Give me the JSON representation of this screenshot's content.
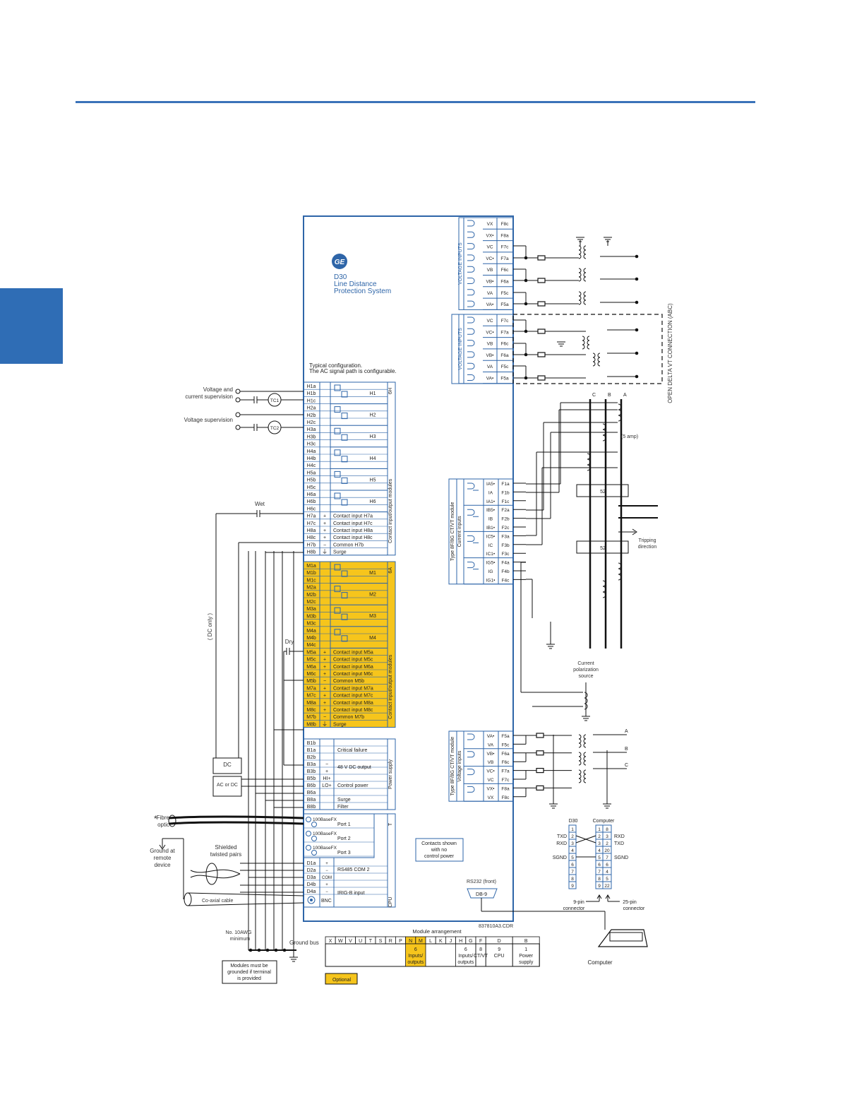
{
  "brand": {
    "model": "D30",
    "name_line1": "Line Distance",
    "name_line2": "Protection System",
    "config_line1": "Typical configuration.",
    "config_line2": "The AC signal path is configurable."
  },
  "voltage_inputs": {
    "label": "VOLTAGE INPUTS",
    "rows": [
      {
        "sig": "VX",
        "term": "F8c"
      },
      {
        "sig": "VX•",
        "term": "F8a"
      },
      {
        "sig": "VC",
        "term": "F7c"
      },
      {
        "sig": "VC•",
        "term": "F7a"
      },
      {
        "sig": "VB",
        "term": "F6c"
      },
      {
        "sig": "VB•",
        "term": "F6a"
      },
      {
        "sig": "VA",
        "term": "F5c"
      },
      {
        "sig": "VA•",
        "term": "F5a"
      }
    ]
  },
  "voltage_inputs_delta": {
    "label": "VOLTAGE INPUTS",
    "note": "OPEN DELTA VT CONNECTION (ABC)",
    "rows": [
      {
        "sig": "VC",
        "term": "F7c"
      },
      {
        "sig": "VC•",
        "term": "F7a"
      },
      {
        "sig": "VB",
        "term": "F6c"
      },
      {
        "sig": "VB•",
        "term": "F6a"
      },
      {
        "sig": "VA",
        "term": "F5c"
      },
      {
        "sig": "VA•",
        "term": "F5a"
      }
    ]
  },
  "module_6h": {
    "slot": "6H",
    "side_label": "Contact input/output modules",
    "terminals": [
      "H1a",
      "H1b",
      "H1c",
      "H2a",
      "H2b",
      "H2c",
      "H3a",
      "H3b",
      "H3c",
      "H4a",
      "H4b",
      "H4c",
      "H5a",
      "H5b",
      "H5c",
      "H6a",
      "H6b",
      "H6c",
      "H7a",
      "H7c",
      "H8a",
      "H8c",
      "H7b",
      "H8b"
    ],
    "outputs": [
      "H1",
      "H2",
      "H3",
      "H4",
      "H5",
      "H6"
    ],
    "inputs": [
      {
        "sign": "+",
        "label": "Contact input H7a"
      },
      {
        "sign": "+",
        "label": "Contact input H7c"
      },
      {
        "sign": "+",
        "label": "Contact input H8a"
      },
      {
        "sign": "+",
        "label": "Contact input H8c"
      },
      {
        "sign": "−",
        "label": "Common H7b"
      }
    ],
    "surge": "Surge"
  },
  "module_6a": {
    "slot": "6A",
    "side_label": "Contact input/output modules",
    "terminals": [
      "M1a",
      "M1b",
      "M1c",
      "M2a",
      "M2b",
      "M2c",
      "M3a",
      "M3b",
      "M3c",
      "M4a",
      "M4b",
      "M4c",
      "M5a",
      "M5c",
      "M6a",
      "M6c",
      "M5b",
      "M7a",
      "M7c",
      "M8a",
      "M8c",
      "M7b",
      "M8b"
    ],
    "outputs": [
      "M1",
      "M2",
      "M3",
      "M4"
    ],
    "inputs": [
      {
        "sign": "+",
        "label": "Contact input M5a"
      },
      {
        "sign": "+",
        "label": "Contact input M5c"
      },
      {
        "sign": "+",
        "label": "Contact input M6a"
      },
      {
        "sign": "+",
        "label": "Contact input M6c"
      },
      {
        "sign": "−",
        "label": "Common M5b"
      },
      {
        "sign": "+",
        "label": "Contact input M7a"
      },
      {
        "sign": "+",
        "label": "Contact input M7c"
      },
      {
        "sign": "+",
        "label": "Contact input M8a"
      },
      {
        "sign": "+",
        "label": "Contact input M8c"
      },
      {
        "sign": "−",
        "label": "Common M7b"
      }
    ],
    "surge": "Surge",
    "color": "#f6c51c"
  },
  "power_supply": {
    "side_label": "Power supply",
    "terminals": [
      "B1b",
      "B1a",
      "B2b",
      "B3a",
      "B3b",
      "B5b",
      "B6b",
      "B6a",
      "B8a",
      "B8b"
    ],
    "signs": [
      "",
      "",
      "",
      "−",
      "+",
      "HI+",
      "LO+",
      "",
      "",
      ""
    ],
    "labels": {
      "critical": "Critical failure",
      "dc48": "48 V DC output",
      "control": "Control power",
      "surge": "Surge",
      "filter": "Filter"
    }
  },
  "cpu": {
    "side_label": "CPU",
    "t_label": "T",
    "ports": [
      {
        "type": "100BaseFX",
        "label": "Port 1"
      },
      {
        "type": "100BaseFX",
        "label": "Port 2"
      },
      {
        "type": "100BaseFX",
        "label": "Port 3"
      }
    ],
    "d_terms": [
      "D1a",
      "D2a",
      "D3a",
      "D4b",
      "D4a"
    ],
    "d_signs": [
      "+",
      "−",
      "COM",
      "+",
      "−"
    ],
    "rs485": "RS485 COM 2",
    "irig": "IRIG-B input",
    "bnc": "BNC"
  },
  "ct_module": {
    "label1": "Type 8F/8G CT/VT module",
    "label2": "Current inputs",
    "rows": [
      {
        "sig": "IA5•",
        "term": "F1a"
      },
      {
        "sig": "IA",
        "term": "F1b"
      },
      {
        "sig": "IA1•",
        "term": "F1c"
      },
      {
        "sig": "IB5•",
        "term": "F2a"
      },
      {
        "sig": "IB",
        "term": "F2b"
      },
      {
        "sig": "IB1•",
        "term": "F2c"
      },
      {
        "sig": "IC5•",
        "term": "F3a"
      },
      {
        "sig": "IC",
        "term": "F3b"
      },
      {
        "sig": "IC1•",
        "term": "F3c"
      },
      {
        "sig": "IG5•",
        "term": "F4a"
      },
      {
        "sig": "IG",
        "term": "F4b"
      },
      {
        "sig": "IG1•",
        "term": "F4c"
      }
    ]
  },
  "vt_module": {
    "label1": "Type 8F/8G CT/VT module",
    "label2": "Voltage inputs",
    "rows": [
      {
        "sig": "VA•",
        "term": "F5a"
      },
      {
        "sig": "VA",
        "term": "F5c"
      },
      {
        "sig": "VB•",
        "term": "F6a"
      },
      {
        "sig": "VB",
        "term": "F6c"
      },
      {
        "sig": "VC•",
        "term": "F7a"
      },
      {
        "sig": "VC",
        "term": "F7c"
      },
      {
        "sig": "VX•",
        "term": "F8a"
      },
      {
        "sig": "VX",
        "term": "F8c"
      }
    ]
  },
  "field": {
    "volt_curr_sup_1": "Voltage and",
    "volt_curr_sup_2": "current supervision",
    "volt_sup": "Voltage supervision",
    "tc1": "TC1",
    "tc2": "TC2",
    "wet": "Wet",
    "dry": "Dry",
    "dc_only": "( DC only )",
    "dc": "DC",
    "ac_or_dc": "AC or DC",
    "fibre_star": "*",
    "fibre_1": "Fibre",
    "fibre_2": "optic",
    "ground_1": "Ground at",
    "ground_2": "remote",
    "ground_3": "device",
    "shielded_1": "Shielded",
    "shielded_2": "twisted pairs",
    "coax": "Co-axial cable",
    "awg_1": "No. 10AWG",
    "awg_2": "minimum",
    "ground_bus": "Ground bus",
    "modules_note_1": "Modules must be",
    "modules_note_2": "grounded if terminal",
    "modules_note_3": "is provided",
    "contacts_1": "Contacts shown",
    "contacts_2": "with no",
    "contacts_3": "control power",
    "rs232": "RS232 (front)",
    "db9": "DB-9",
    "drawing_id": "837810A3.CDR",
    "five_amp": "(5 amp)",
    "breaker": "52",
    "tripping_1": "Tripping",
    "tripping_2": "direction",
    "current_pol_1": "Current",
    "current_pol_2": "polarization",
    "current_pol_3": "source",
    "phase_a": "A",
    "phase_b": "B",
    "phase_c": "C"
  },
  "serial": {
    "d30_title": "D30",
    "computer_title": "Computer",
    "d30_pins": [
      "1",
      "2",
      "3",
      "4",
      "5",
      "6",
      "7",
      "8",
      "9"
    ],
    "comp_pins_left": [
      "1",
      "2",
      "3",
      "4",
      "5",
      "6",
      "7",
      "8",
      "9"
    ],
    "comp_pins_right": [
      "8",
      "3",
      "2",
      "20",
      "7",
      "6",
      "4",
      "5",
      "22"
    ],
    "txd": "TXD",
    "rxd": "RXD",
    "sgnd": "SGND",
    "rxd_r": "RXD",
    "txd_r": "TXD",
    "sgnd_r": "SGND",
    "nine_pin_1": "9-pin",
    "nine_pin_2": "connector",
    "twentyfive_1": "25-pin",
    "twentyfive_2": "connector",
    "computer": "Computer"
  },
  "module_arrangement": {
    "title": "Module arrangement",
    "slots": [
      "X",
      "W",
      "V",
      "U",
      "T",
      "S",
      "R",
      "P",
      "N",
      "M",
      "L",
      "K",
      "J",
      "H",
      "G",
      "F",
      "D",
      "B"
    ],
    "highlight": [
      "N",
      "M"
    ],
    "groups": [
      {
        "num": "6",
        "text1": "Inputs/",
        "text2": "outputs",
        "highlight": true
      },
      {
        "num": "6",
        "text1": "Inputs/",
        "text2": "outputs",
        "highlight": false
      },
      {
        "num": "8",
        "text1": "CT/VT",
        "text2": "",
        "highlight": false
      },
      {
        "num": "9",
        "text1": "CPU",
        "text2": "",
        "highlight": false
      },
      {
        "num": "1",
        "text1": "Power",
        "text2": "supply",
        "highlight": false
      }
    ],
    "optional": "Optional"
  }
}
